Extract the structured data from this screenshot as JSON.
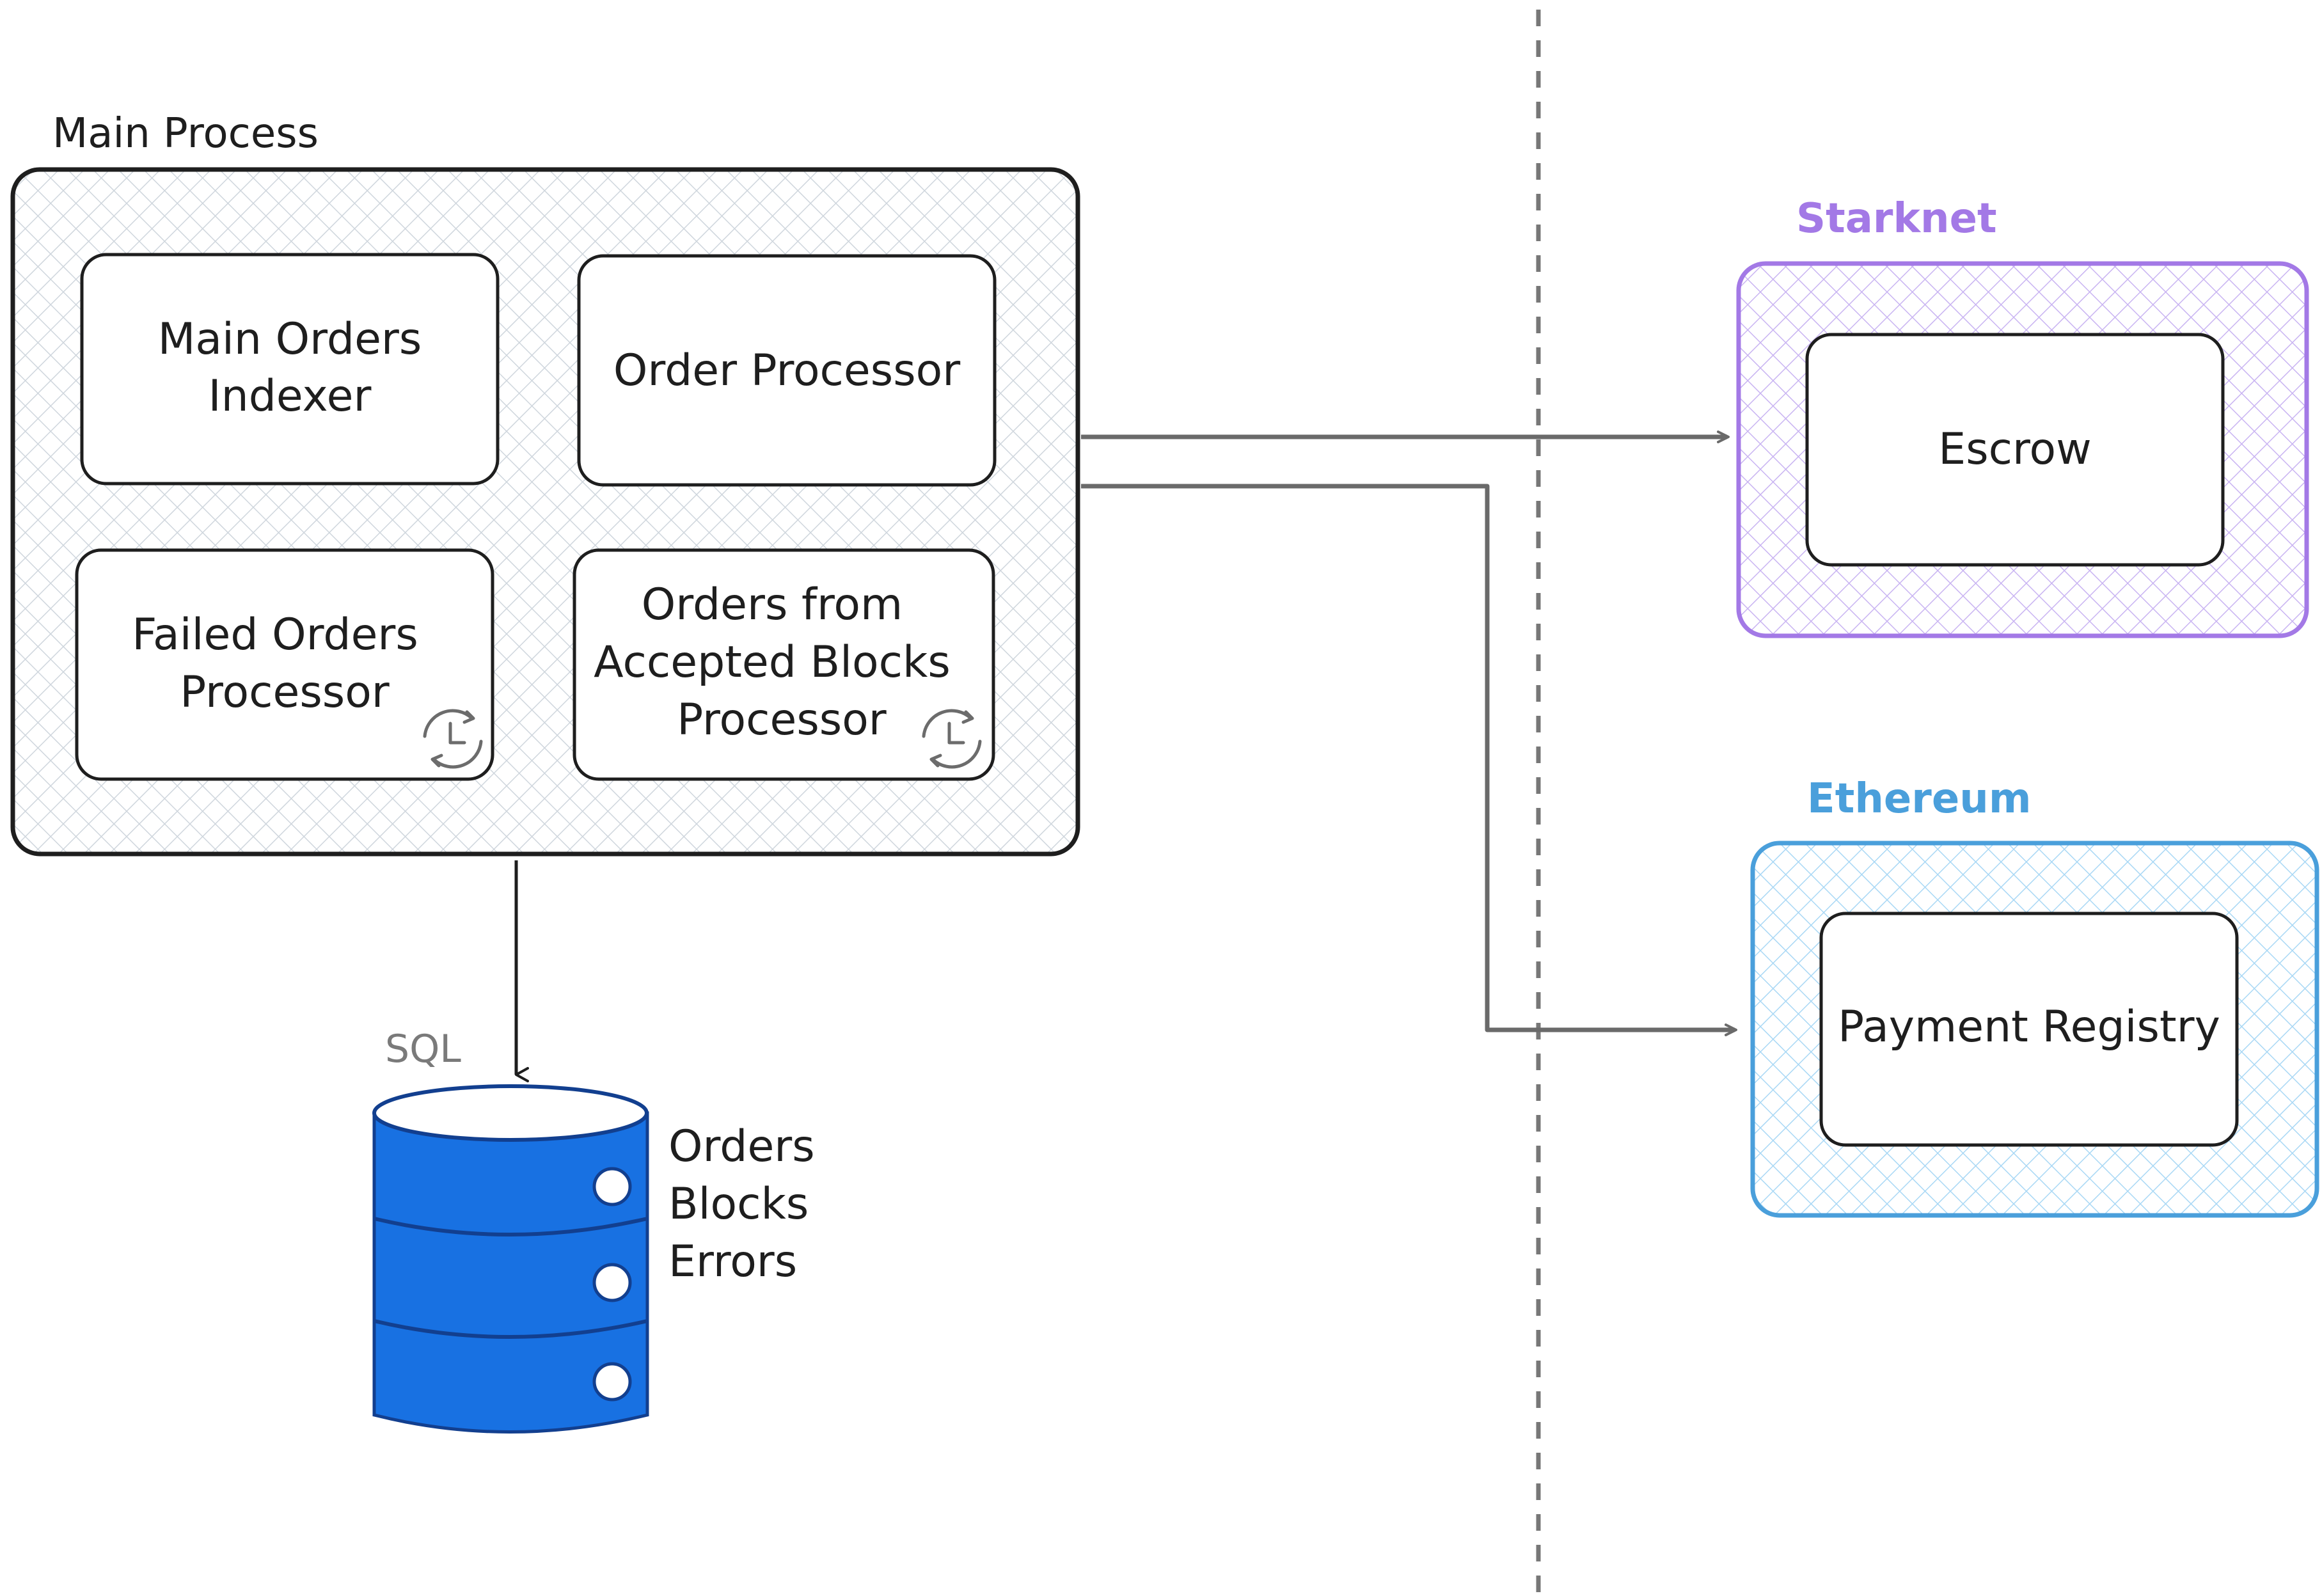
{
  "main_process": {
    "title": "Main Process",
    "components": [
      {
        "line1": "Main Orders",
        "line2": "Indexer",
        "line3": ""
      },
      {
        "line1": "Order Processor",
        "line2": "",
        "line3": ""
      },
      {
        "line1": "Failed Orders",
        "line2": "Processor",
        "line3": ""
      },
      {
        "line1": "Orders from",
        "line2": "Accepted Blocks",
        "line3": "Processor"
      }
    ]
  },
  "starknet": {
    "title": "Starknet",
    "component": "Escrow",
    "color": "#a379e6"
  },
  "ethereum": {
    "title": "Ethereum",
    "component": "Payment Registry",
    "color": "#4a9fdb"
  },
  "database": {
    "label": "SQL",
    "tables": [
      "Orders",
      "Blocks",
      "Errors"
    ],
    "color": "#1871e2"
  },
  "icons": {
    "scheduled": "clock-refresh-icon"
  }
}
